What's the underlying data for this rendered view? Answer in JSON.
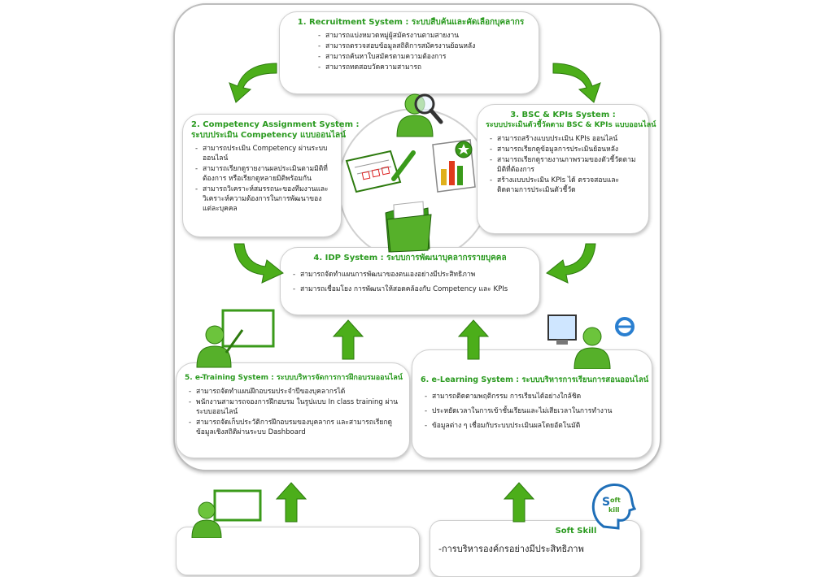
{
  "colors": {
    "green": "#2a9a1f",
    "arrow_green": "#4cae1a",
    "border": "#bdbdbd"
  },
  "box1": {
    "title": "1. Recruitment System : ระบบสืบค้นและคัดเลือกบุคลากร",
    "items": [
      "สามารถแบ่งหมวดหมู่ผู้สมัครงานตามสายงาน",
      "สามารถตรวจสอบข้อมูลสถิติการสมัครงานย้อนหลัง",
      "สามารถค้นหาใบสมัครตามความต้องการ",
      "สามารถทดสอบวัดความสามารถ"
    ]
  },
  "box2": {
    "title1": "2. Competency Assignment System :",
    "title2": "ระบบประเมิน Competency แบบออนไลน์",
    "items": [
      "สามารถประเมิน Competency ผ่านระบบออนไลน์",
      "สามารถเรียกดูรายงานผลประเมินตามมิติที่ต้องการ หรือเรียกดูหลายมิติพร้อมกัน",
      "สามารถวิเคราะห์สมรรถนะของทีมงานและวิเคราะห์ความต้องการในการพัฒนาของแต่ละบุคคล"
    ]
  },
  "box3": {
    "title1": "3. BSC & KPIs System :",
    "title2": "ระบบประเมินตัวชี้วัดตาม BSC & KPIs แบบออนไลน์",
    "items": [
      "สามารถสร้างแบบประเมิน KPIs ออนไลน์",
      "สามารถเรียกดูข้อมูลการประเมินย้อนหลัง",
      "สามารถเรียกดูรายงานภาพรวมของตัวชี้วัดตามมิติที่ต้องการ",
      "สร้างแบบประเมิน KPIs ได้ ตรวจสอบและติดตามการประเมินตัวชี้วัด"
    ]
  },
  "box4": {
    "title": "4. IDP System : ระบบการพัฒนาบุคลากรรายบุคคล",
    "items": [
      "สามารถจัดทำแผนการพัฒนาของตนเองอย่างมีประสิทธิภาพ",
      "สามารถเชื่อมโยง การพัฒนาให้สอดคล้องกับ Competency และ KPIs"
    ]
  },
  "box5": {
    "title": "5. e-Training System : ระบบบริหารจัดการการฝึกอบรมออนไลน์",
    "items": [
      "สามารถจัดทำแผนฝึกอบรมประจำปีของบุคลากรได้",
      "พนักงานสามารถจองการฝึกอบรม ในรูปแบบ In class training ผ่านระบบออนไลน์",
      "สามารถจัดเก็บประวัติการฝึกอบรมของบุคลากร และสามารถเรียกดูข้อมูลเชิงสถิติผ่านระบบ Dashboard"
    ]
  },
  "box6": {
    "title": "6. e-Learning System : ระบบบริหารการเรียนการสอนออนไลน์",
    "items": [
      "สามารถติดตามพฤติกรรม การเรียนได้อย่างใกล้ชิด",
      "ประหยัดเวลาในการเข้าชั้นเรียนและไม่เสียเวลาในการทำงาน",
      "ข้อมูลต่าง ๆ เชื่อมกับระบบประเมินผลโดยอัตโนมัติ"
    ]
  },
  "softskill": {
    "title": "Soft Skill",
    "item": "-การบริหารองค์กรอย่างมีประสิทธิภาพ",
    "logo_text": "S oft kill"
  }
}
